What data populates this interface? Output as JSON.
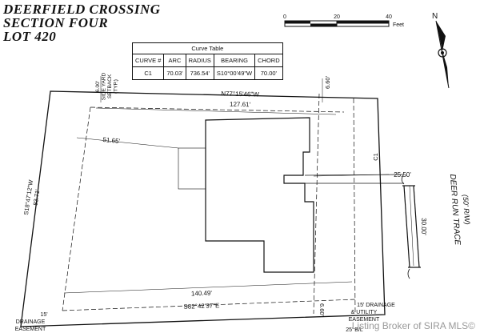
{
  "title": {
    "line1": "DEERFIELD CROSSING",
    "line2": "SECTION FOUR",
    "line3": "LOT 420"
  },
  "scale_bar": {
    "ticks": [
      "0",
      "20",
      "40"
    ],
    "unit": "Feet"
  },
  "north_arrow": {
    "label": "N"
  },
  "curve_table": {
    "caption": "Curve Table",
    "headers": [
      "CURVE #",
      "ARC",
      "RADIUS",
      "BEARING",
      "CHORD"
    ],
    "rows": [
      {
        "curve": "C1",
        "arc": "70.03'",
        "radius": "736.54'",
        "bearing": "S10°00'49\"W",
        "chord": "70.00'"
      }
    ]
  },
  "labels": {
    "side_setback": [
      "6.00'",
      "SIDE YARD",
      "SETBACK",
      "(TYP.)"
    ],
    "north_bearing": "N77°15'46\"W",
    "north_dist": "127.61'",
    "right_offset_top": "6.60'",
    "left_dist": "51.65'",
    "west_bearing": "S18°47'12\"W",
    "west_dist": "83.71'",
    "curve_label": "C1",
    "front_dist": "25.50'",
    "street_name": "DEER RUN TRACE",
    "street_row": "(50' R/W)",
    "road_width": "30.00'",
    "south_dist": "140.49'",
    "south_bearing": "S82°42'37\"E",
    "bottom_offset": "6.60'",
    "easement_left": [
      "15'",
      "DRAINAGE",
      "EASEMENT"
    ],
    "easement_right": [
      "15' DRAINAGE",
      "& UTILITY",
      "EASEMENT"
    ],
    "bottom_fragment": "25' B/L"
  },
  "watermark": "Listing Broker of SIRA MLS©"
}
